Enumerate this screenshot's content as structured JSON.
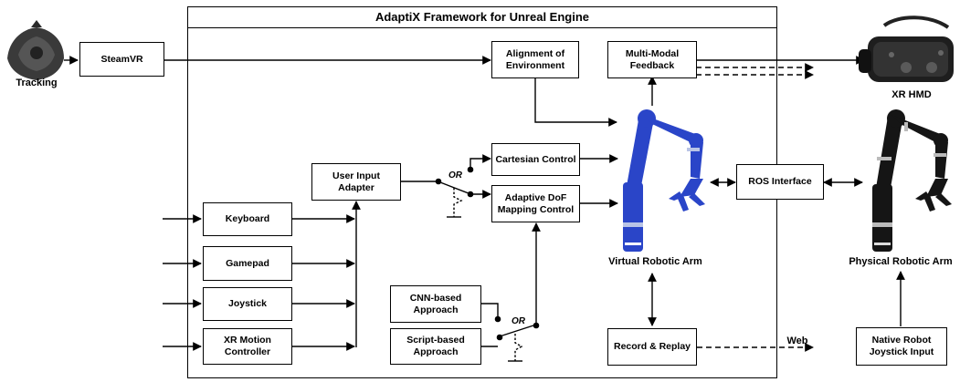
{
  "framework": {
    "title": "AdaptiX Framework for Unreal Engine"
  },
  "boxes": {
    "steamvr": "SteamVR",
    "alignment": "Alignment of\nEnvironment",
    "feedback": "Multi-Modal\nFeedback",
    "cartesian": "Cartesian Control",
    "adaptive_dof": "Adaptive DoF\nMapping Control",
    "user_input_adapter": "User Input\nAdapter",
    "keyboard": "Keyboard",
    "gamepad": "Gamepad",
    "joystick": "Joystick",
    "xr_motion": "XR Motion\nController",
    "cnn": "CNN-based\nApproach",
    "script": "Script-based\nApproach",
    "ros": "ROS Interface",
    "record": "Record & Replay",
    "native_joystick": "Native Robot\nJoystick Input"
  },
  "labels": {
    "tracking": "Tracking",
    "xr_hmd": "XR HMD",
    "virtual_arm": "Virtual Robotic Arm",
    "physical_arm": "Physical Robotic Arm",
    "web": "Web",
    "or_top": "OR",
    "or_bottom": "OR"
  },
  "colors": {
    "virtual_arm": "#2a45c8",
    "physical_arm": "#151515",
    "tracker": "#3a3a3a"
  },
  "icons": [
    "tracker-icon",
    "xr-headset-icon",
    "virtual-robot-arm-icon",
    "physical-robot-arm-icon"
  ]
}
